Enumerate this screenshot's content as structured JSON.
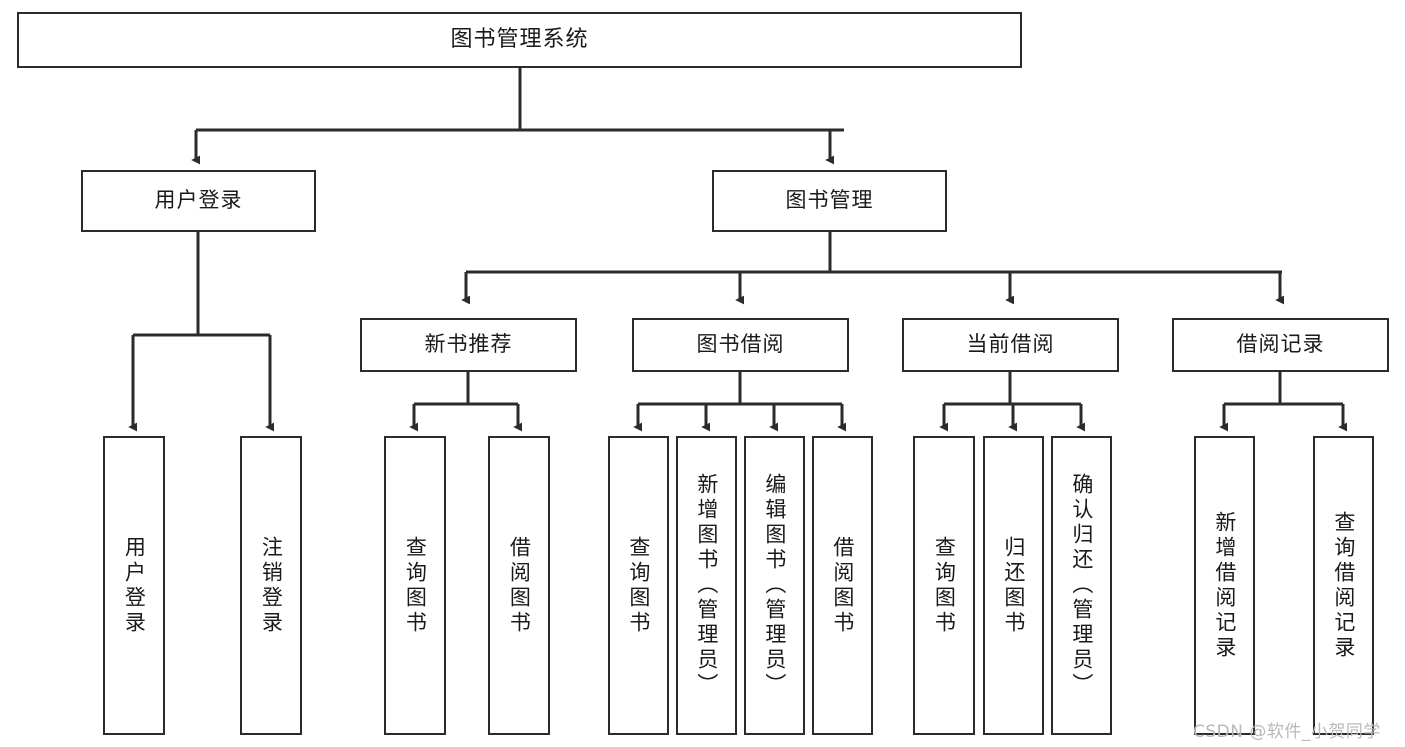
{
  "diagram": {
    "type": "hierarchy-tree",
    "title": "图书管理系统",
    "orientation": "top-down",
    "colors": {
      "box_border": "#2b2b2b",
      "box_fill": "#ffffff",
      "edge": "#2b2b2b",
      "text": "#1a1a1a",
      "watermark": "#b9b9b9",
      "background": "#ffffff"
    },
    "nodes": {
      "root": {
        "label": "图书管理系统"
      },
      "level2": [
        {
          "id": "user-login",
          "label": "用户登录"
        },
        {
          "id": "book-manage",
          "label": "图书管理"
        }
      ],
      "level3": [
        {
          "id": "new-book-recommend",
          "label": "新书推荐"
        },
        {
          "id": "book-borrow",
          "label": "图书借阅"
        },
        {
          "id": "current-borrow",
          "label": "当前借阅"
        },
        {
          "id": "borrow-record",
          "label": "借阅记录"
        }
      ],
      "leaves": {
        "user-login": [
          {
            "id": "leaf-user-login",
            "label": "用户登录"
          },
          {
            "id": "leaf-user-logout",
            "label": "注销登录"
          }
        ],
        "new-book-recommend": [
          {
            "id": "leaf-query-book-1",
            "label": "查询图书"
          },
          {
            "id": "leaf-borrow-book-1",
            "label": "借阅图书"
          }
        ],
        "book-borrow": [
          {
            "id": "leaf-query-book-2",
            "label": "查询图书"
          },
          {
            "id": "leaf-add-book",
            "label": "新增图书（管理员）"
          },
          {
            "id": "leaf-edit-book",
            "label": "编辑图书（管理员）"
          },
          {
            "id": "leaf-borrow-book-2",
            "label": "借阅图书"
          }
        ],
        "current-borrow": [
          {
            "id": "leaf-query-book-3",
            "label": "查询图书"
          },
          {
            "id": "leaf-return-book",
            "label": "归还图书"
          },
          {
            "id": "leaf-confirm-return",
            "label": "确认归还（管理员）"
          }
        ],
        "borrow-record": [
          {
            "id": "leaf-add-record",
            "label": "新增借阅记录"
          },
          {
            "id": "leaf-query-record",
            "label": "查询借阅记录"
          }
        ]
      }
    }
  },
  "watermark": {
    "text": "CSDN @软件_小贺同学"
  }
}
